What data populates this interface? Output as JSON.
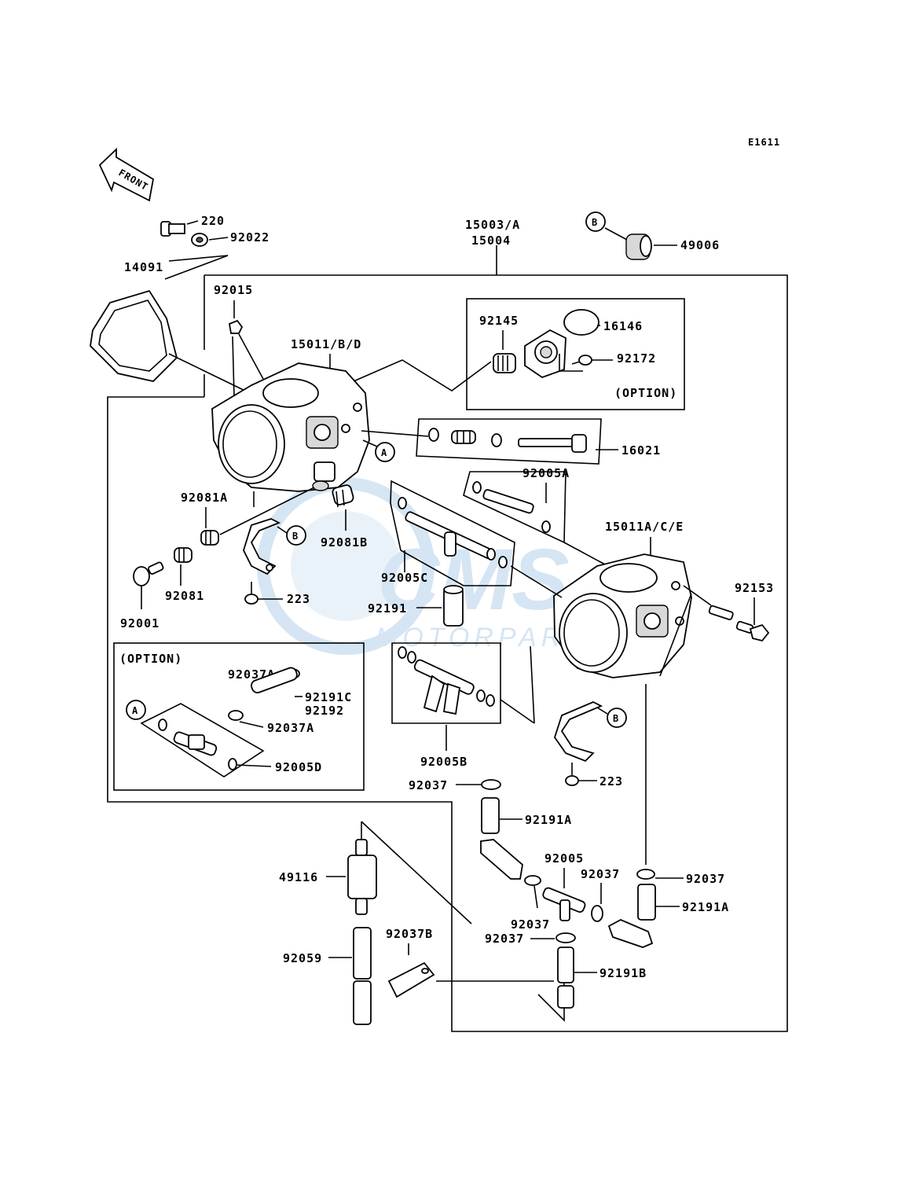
{
  "diagram_id": "E1611",
  "front_label": "FRONT",
  "option_label": "(OPTION)",
  "ref_a": "A",
  "ref_b": "B",
  "watermark_line1": "CMS",
  "watermark_line2": "MOTORPARTS",
  "parts": {
    "p220": "220",
    "p92022": "92022",
    "p14091": "14091",
    "p15003": "15003/A",
    "p15004": "15004",
    "p49006": "49006",
    "p92015": "92015",
    "p15011bd": "15011/B/D",
    "p92145": "92145",
    "p16146": "16146",
    "p92172": "92172",
    "p16021": "16021",
    "p92005a": "92005A",
    "p15011ace": "15011A/C/E",
    "p92081a": "92081A",
    "p92081b": "92081B",
    "p92081": "92081",
    "p92001": "92001",
    "p223a": "223",
    "p92005c": "92005C",
    "p92191": "92191",
    "p92153": "92153",
    "p92037a1": "92037A",
    "p92191c": "92191C",
    "p92192": "92192",
    "p92037a2": "92037A",
    "p92005d": "92005D",
    "p92005b": "92005B",
    "p223b": "223",
    "p92037_1": "92037",
    "p92191a_1": "92191A",
    "p49116": "49116",
    "p92005": "92005",
    "p92037_2": "92037",
    "p92037_3": "92037",
    "p92191a_2": "92191A",
    "p92037_4": "92037",
    "p92037_5": "92037",
    "p92037b": "92037B",
    "p92059": "92059",
    "p92191b": "92191B"
  }
}
